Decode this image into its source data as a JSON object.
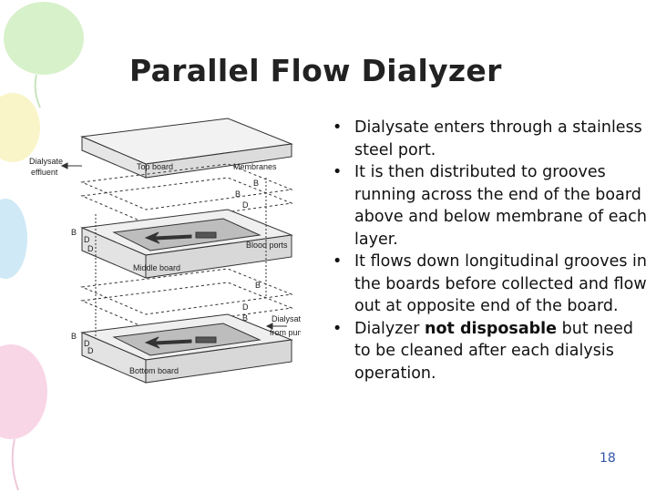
{
  "slide": {
    "title": "Parallel Flow Dialyzer",
    "page_number": "18"
  },
  "bullets": [
    {
      "text": "Dialysate enters through a stainless steel port."
    },
    {
      "text": "It is then distributed to grooves running across the end of the board above and below membrane of each layer."
    },
    {
      "text": "It flows down longitudinal grooves in the boards before collected and flow out at opposite end of the board."
    },
    {
      "before": "Dialyzer ",
      "bold": "not disposable",
      "after": " but need to be cleaned after each dialysis operation."
    }
  ],
  "diagram": {
    "labels": {
      "dialysate_effluent_1": "Dialysate",
      "dialysate_effluent_2": "effluent",
      "top_board": "Top board",
      "membranes": "Membranes",
      "blood_ports": "Blood ports",
      "middle_board": "Middle board",
      "dialysate_from_pump_1": "Dialysate",
      "dialysate_from_pump_2": "from pump",
      "bottom_board": "Bottom board",
      "b1": "B",
      "d1": "D",
      "b2": "B",
      "d2": "D",
      "b3": "B",
      "d3": "D",
      "b4": "B",
      "d4": "D",
      "b5": "B",
      "d5": "D",
      "b6": "B",
      "d6": "D"
    }
  },
  "colors": {
    "balloon_green": "#b8e6a0",
    "balloon_yellow": "#f6ee9c",
    "balloon_blue": "#a8d8f0",
    "balloon_pink": "#f4b6d2",
    "page_number": "#3355aa"
  }
}
